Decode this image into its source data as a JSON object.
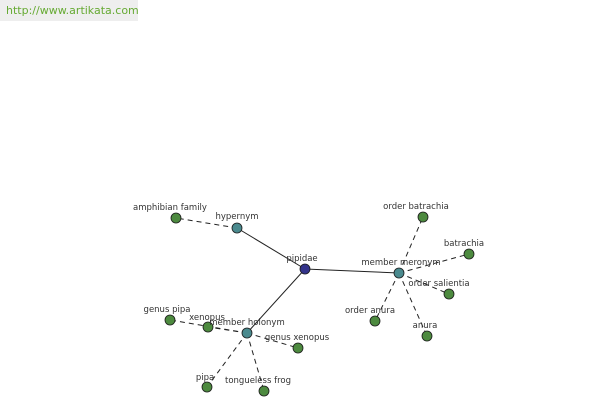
{
  "watermark": {
    "url_text": "http://www.artikata.com"
  },
  "colors": {
    "root": "#33338a",
    "relation": "#4a8a8e",
    "leaf": "#4d8a3f",
    "edge": "#222222",
    "background": "#ffffff",
    "url_text": "#66aa33",
    "url_bar": "#eeeeee"
  },
  "graph": {
    "nodes": [
      {
        "id": "pipidae",
        "label": "pipidae",
        "kind": "root"
      },
      {
        "id": "hypernym",
        "label": "hypernym",
        "kind": "relation"
      },
      {
        "id": "member-meronym",
        "label": "member meronym",
        "kind": "relation"
      },
      {
        "id": "member-holonym",
        "label": "member holonym",
        "kind": "relation"
      },
      {
        "id": "amphibian-family",
        "label": "amphibian family",
        "kind": "leaf"
      },
      {
        "id": "order-batrachia",
        "label": "order batrachia",
        "kind": "leaf"
      },
      {
        "id": "batrachia",
        "label": "batrachia",
        "kind": "leaf"
      },
      {
        "id": "order-salientia",
        "label": "order salientia",
        "kind": "leaf"
      },
      {
        "id": "order-anura",
        "label": "order anura",
        "kind": "leaf"
      },
      {
        "id": "anura",
        "label": "anura",
        "kind": "leaf"
      },
      {
        "id": "genus-pipa",
        "label": "genus pipa",
        "kind": "leaf"
      },
      {
        "id": "xenopus",
        "label": "xenopus",
        "kind": "leaf"
      },
      {
        "id": "genus-xenopus",
        "label": "genus xenopus",
        "kind": "leaf"
      },
      {
        "id": "pipa",
        "label": "pipa",
        "kind": "leaf"
      },
      {
        "id": "tongueless-frog",
        "label": "tongueless frog",
        "kind": "leaf"
      }
    ],
    "edges": [
      {
        "from": "pipidae",
        "to": "hypernym",
        "style": "solid"
      },
      {
        "from": "pipidae",
        "to": "member-meronym",
        "style": "solid"
      },
      {
        "from": "pipidae",
        "to": "member-holonym",
        "style": "solid"
      },
      {
        "from": "hypernym",
        "to": "amphibian-family",
        "style": "dashed"
      },
      {
        "from": "member-meronym",
        "to": "order-batrachia",
        "style": "dashed"
      },
      {
        "from": "member-meronym",
        "to": "batrachia",
        "style": "dashed"
      },
      {
        "from": "member-meronym",
        "to": "order-salientia",
        "style": "dashed"
      },
      {
        "from": "member-meronym",
        "to": "order-anura",
        "style": "dashed"
      },
      {
        "from": "member-meronym",
        "to": "anura",
        "style": "dashed"
      },
      {
        "from": "member-holonym",
        "to": "genus-pipa",
        "style": "dashed"
      },
      {
        "from": "member-holonym",
        "to": "xenopus",
        "style": "dashed"
      },
      {
        "from": "member-holonym",
        "to": "genus-xenopus",
        "style": "dashed"
      },
      {
        "from": "member-holonym",
        "to": "pipa",
        "style": "dashed"
      },
      {
        "from": "member-holonym",
        "to": "tongueless-frog",
        "style": "dashed"
      }
    ]
  }
}
